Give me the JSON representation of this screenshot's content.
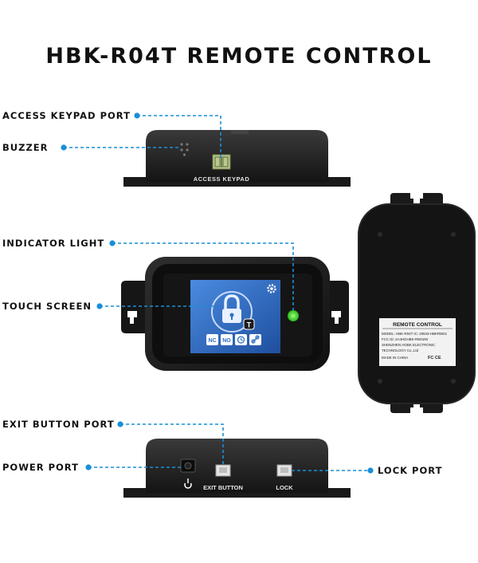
{
  "title": "HBK-R04T REMOTE CONTROL",
  "callouts": {
    "access_keypad_port": "ACCESS KEYPAD PORT",
    "buzzer": "BUZZER",
    "indicator_light": "INDICATOR LIGHT",
    "touch_screen": "TOUCH SCREEN",
    "exit_button_port": "EXIT BUTTON PORT",
    "power_port": "POWER PORT",
    "lock_port": "LOCK PORT"
  },
  "device_labels": {
    "access_keypad": "ACCESS KEYPAD",
    "exit_button": "EXIT BUTTON",
    "lock": "LOCK"
  },
  "screen": {
    "badge": "T",
    "icons": [
      "NC",
      "NO",
      "timer",
      "link"
    ]
  },
  "back_label": {
    "heading": "REMOTE CONTROL",
    "lines": [
      "MODEL: HBK-R04T  IC: 20843-HBKRW01",
      "FCC ID: 2A4HGHBK-RW02W",
      "SHENZHEN HOBK ELECTRONIC",
      "TECHNOLOGY Co.,Ltd",
      "MADE IN CHINA"
    ],
    "marks": "FC CE"
  },
  "colors": {
    "accent": "#1a8fd6",
    "led": "#3fd22b",
    "screen": "#2f6fc4",
    "housing": "#1d1d1d"
  }
}
